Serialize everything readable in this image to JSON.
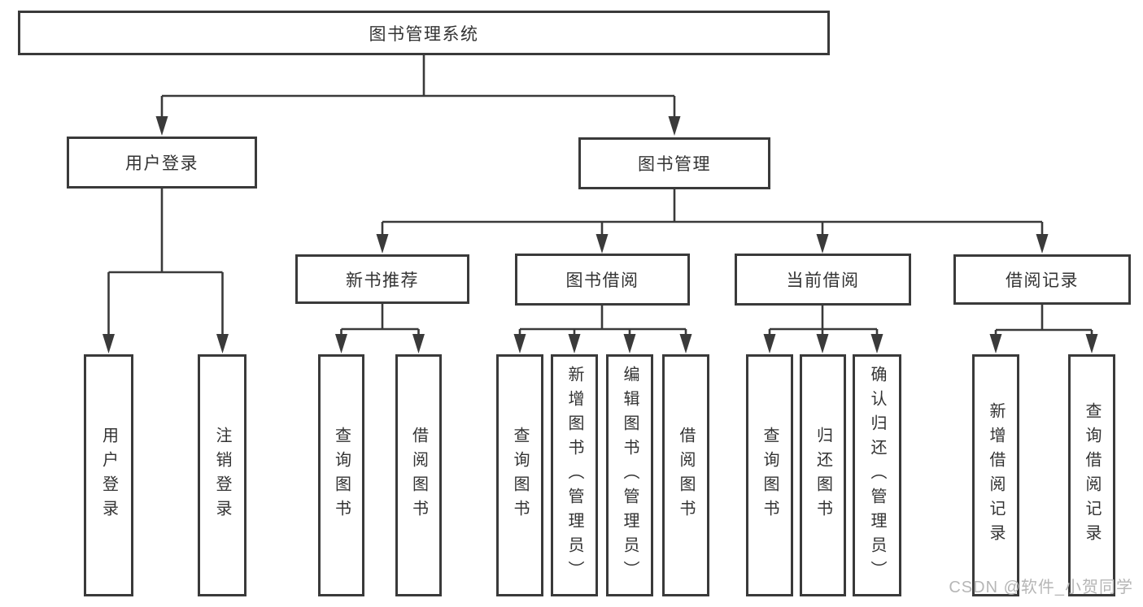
{
  "colors": {
    "background": "#ffffff",
    "line": "#3a3a3a",
    "text": "#333333",
    "watermark": "#b6b6b6"
  },
  "diagram": {
    "type": "hierarchy-tree",
    "nodes": {
      "root": "图书管理系统",
      "level2": [
        "用户登录",
        "图书管理"
      ],
      "level3": [
        "新书推荐",
        "图书借阅",
        "当前借阅",
        "借阅记录"
      ],
      "leaves": [
        "用户登录",
        "注销登录",
        "查询图书",
        "借阅图书",
        "查询图书",
        "新增图书（管理员）",
        "编辑图书（管理员）",
        "借阅图书",
        "查询图书",
        "归还图书",
        "确认归还（管理员）",
        "新增借阅记录",
        "查询借阅记录"
      ]
    },
    "edges": [
      {
        "from": "图书管理系统",
        "to": "用户登录"
      },
      {
        "from": "图书管理系统",
        "to": "图书管理"
      },
      {
        "from": "用户登录",
        "to": "用户登录"
      },
      {
        "from": "用户登录",
        "to": "注销登录"
      },
      {
        "from": "图书管理",
        "to": "新书推荐"
      },
      {
        "from": "图书管理",
        "to": "图书借阅"
      },
      {
        "from": "图书管理",
        "to": "当前借阅"
      },
      {
        "from": "图书管理",
        "to": "借阅记录"
      },
      {
        "from": "新书推荐",
        "to": "查询图书"
      },
      {
        "from": "新书推荐",
        "to": "借阅图书"
      },
      {
        "from": "图书借阅",
        "to": "查询图书"
      },
      {
        "from": "图书借阅",
        "to": "新增图书（管理员）"
      },
      {
        "from": "图书借阅",
        "to": "编辑图书（管理员）"
      },
      {
        "from": "图书借阅",
        "to": "借阅图书"
      },
      {
        "from": "当前借阅",
        "to": "查询图书"
      },
      {
        "from": "当前借阅",
        "to": "归还图书"
      },
      {
        "from": "当前借阅",
        "to": "确认归还（管理员）"
      },
      {
        "from": "借阅记录",
        "to": "新增借阅记录"
      },
      {
        "from": "借阅记录",
        "to": "查询借阅记录"
      }
    ]
  },
  "watermark": {
    "text": "CSDN @软件_小贺同学"
  }
}
